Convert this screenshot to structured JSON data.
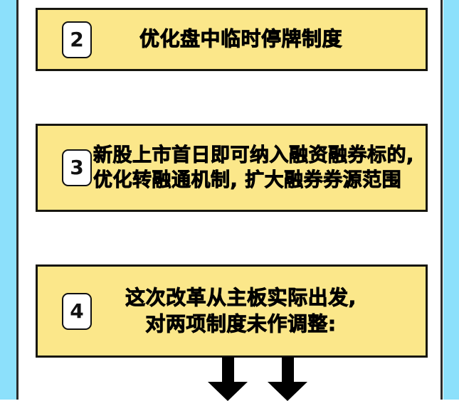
{
  "page": {
    "background_color": "#ffffff",
    "side_band_color": "#8ce0fb",
    "frame_rule_color": "#2b2b2b",
    "card_fill_color": "#fbe78a",
    "card_border_color": "#17160f",
    "text_color": "#000000",
    "arrow_color": "#000000"
  },
  "cards": [
    {
      "number": "2",
      "lines": [
        "优化盘中临时停牌制度"
      ]
    },
    {
      "number": "3",
      "lines": [
        "新股上市首日即可纳入融资融券标的,",
        "优化转融通机制, 扩大融券券源范围"
      ]
    },
    {
      "number": "4",
      "lines": [
        "这次改革从主板实际出发,",
        "对两项制度未作调整:"
      ]
    }
  ],
  "arrows": [
    {
      "name": "down-arrow-left",
      "direction": "down"
    },
    {
      "name": "down-arrow-right",
      "direction": "down"
    }
  ]
}
